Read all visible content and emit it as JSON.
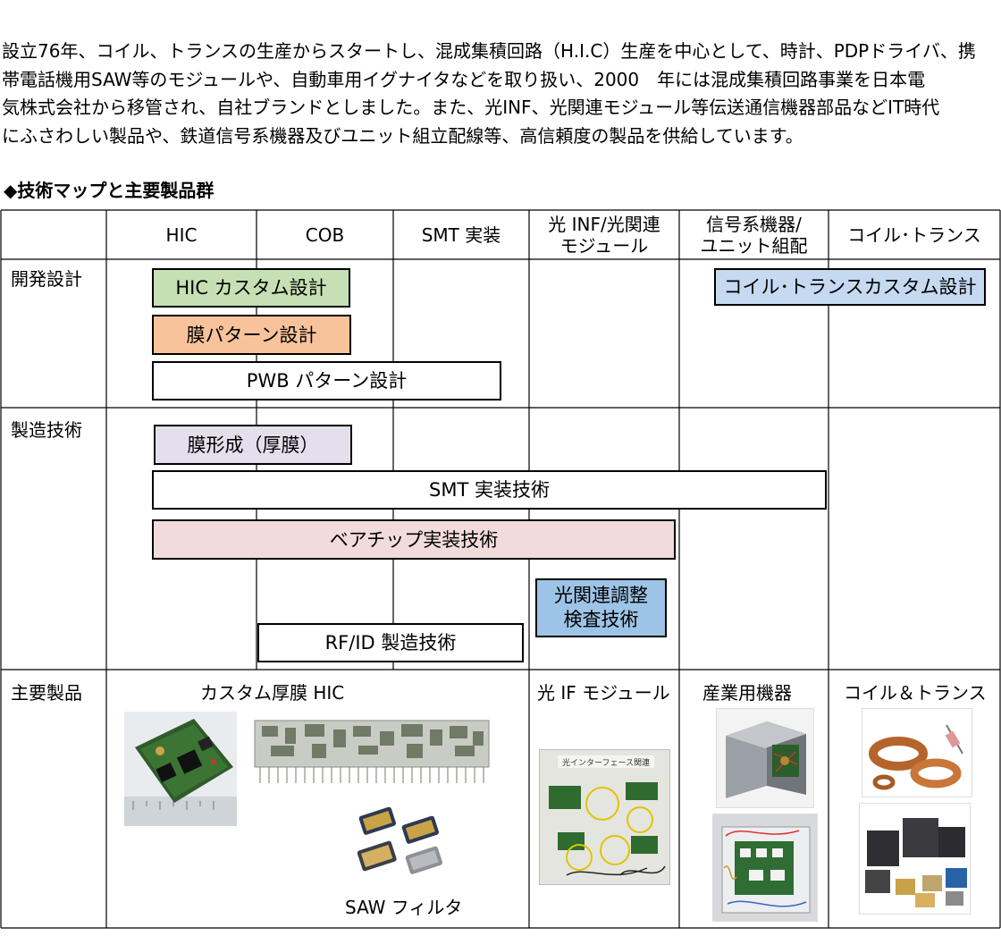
{
  "intro": {
    "lines": [
      "設立76年、コイル、トランスの生産からスタートし、混成集積回路（H.I.C）生産を中心として、時計、PDPドライバ、携",
      "帯電話機用SAW等のモジュールや、自動車用イグナイタなどを取り扱い、2000　年には混成集積回路事業を日本電",
      "気株式会社から移管され、自社ブランドとしました。また、光INF、光関連モジュール等伝送通信機器部品などIT時代",
      "にふさわしい製品や、鉄道信号系機器及びユニット組立配線等、高信頼度の製品を供給しています。"
    ]
  },
  "section_heading": "◆技術マップと主要製品群",
  "columns": [
    {
      "label": "HIC"
    },
    {
      "label": "COB"
    },
    {
      "label": "SMT 実装"
    },
    {
      "label": "光 INF/光関連\nモジュール"
    },
    {
      "label": "信号系機器/\nユニット組配"
    },
    {
      "label": "コイル･トランス"
    }
  ],
  "rows": {
    "design": "開発設計",
    "manufacturing": "製造技術",
    "products": "主要製品"
  },
  "bars": {
    "hic_custom": {
      "label": "HIC カスタム設計",
      "color": "#c6dfb4"
    },
    "film_pattern": {
      "label": "膜パターン設計",
      "color": "#f8c39b"
    },
    "pwb_pattern": {
      "label": "PWB パターン設計",
      "color": "#ffffff"
    },
    "coil_custom": {
      "label": "コイル･トランスカスタム設計",
      "color": "#c5d9f1"
    },
    "film_forming": {
      "label": "膜形成（厚膜）",
      "color": "#e4dfec"
    },
    "smt_tech": {
      "label": "SMT 実装技術",
      "color": "#ffffff"
    },
    "bare_chip": {
      "label": "ベアチップ実装技術",
      "color": "#f2dcdb"
    },
    "optical_adjust": {
      "label": "光関連調整\n検査技術",
      "color": "#9dc3e6"
    },
    "rfid": {
      "label": "RF/ID 製造技術",
      "color": "#ffffff"
    }
  },
  "products": {
    "custom_hic": "カスタム厚膜 HIC",
    "saw_filter": "SAW フィルタ",
    "optical_if": "光 IF モジュール",
    "industrial": "産業用機器",
    "coil_trans": "コイル＆トランス",
    "optical_board_caption": "光インターフェース関連"
  }
}
